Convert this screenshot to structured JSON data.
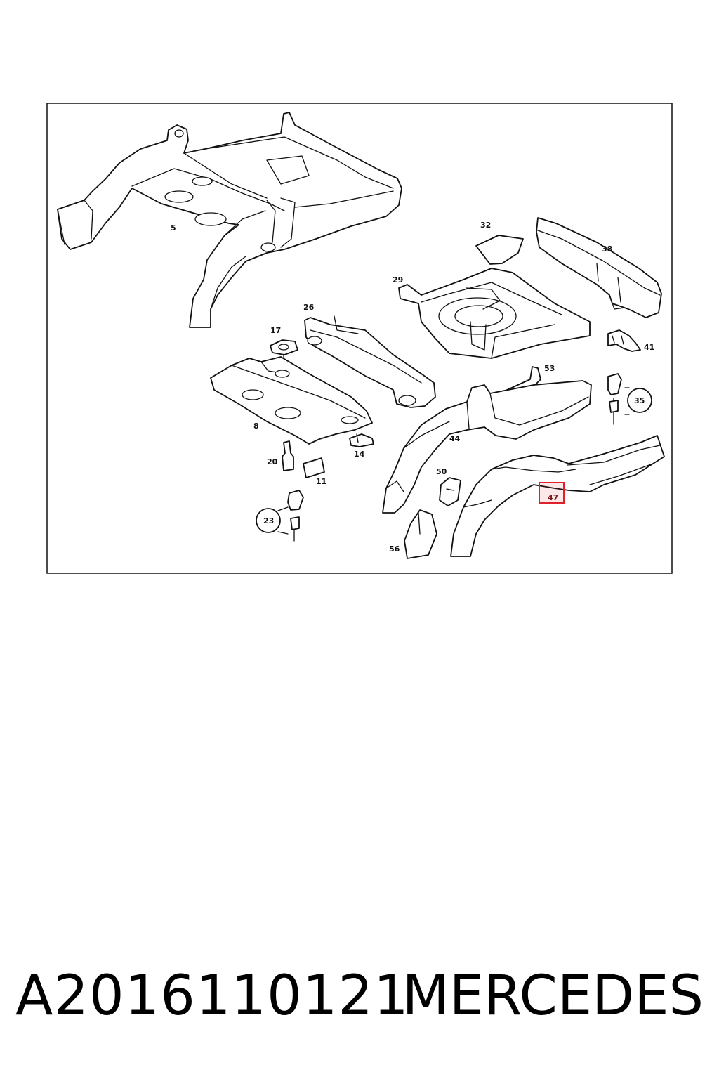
{
  "diagram": {
    "callouts": {
      "c5": "5",
      "c8": "8",
      "c11": "11",
      "c14": "14",
      "c17": "17",
      "c20": "20",
      "c23": "23",
      "c26": "26",
      "c29": "29",
      "c32": "32",
      "c35": "35",
      "c38": "38",
      "c41": "41",
      "c44": "44",
      "c47": "47",
      "c50": "50",
      "c53": "53",
      "c56": "56"
    },
    "highlighted_callout": "47",
    "highlight_color": "#e0202a",
    "line_color": "#111111"
  },
  "footer": {
    "part_number": "A2016110121",
    "brand": "MERCEDES"
  }
}
